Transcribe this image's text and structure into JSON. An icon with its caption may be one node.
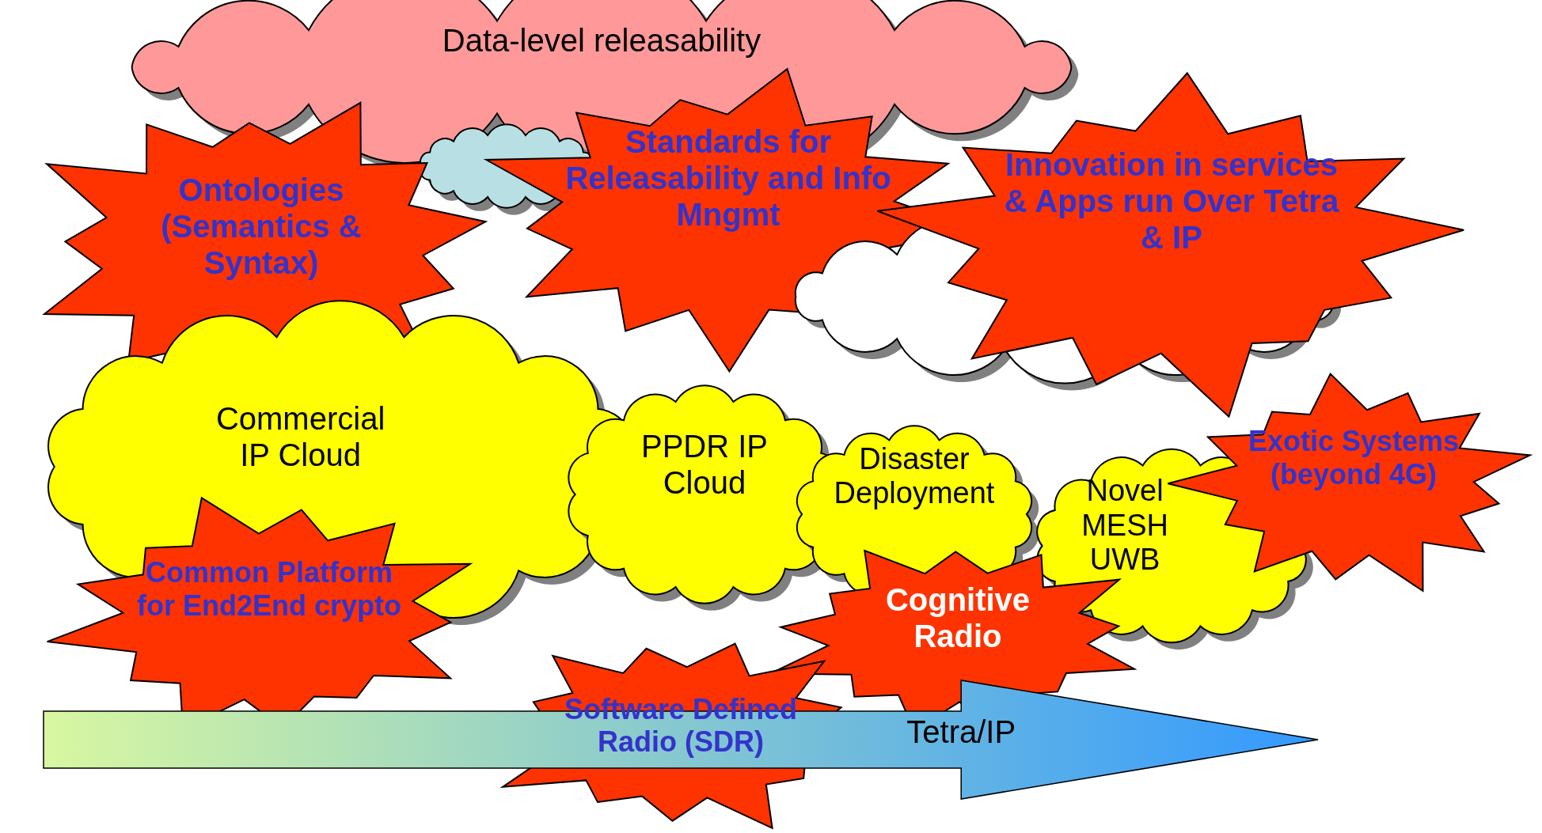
{
  "diagram": {
    "nodes": [
      {
        "text": [
          "Data-level releasability"
        ]
      },
      {
        "text": [],
        "shape": "cloud"
      },
      {
        "text": [
          "Ontologies (Semantics & Syntax)"
        ]
      },
      {
        "text": [
          "Standards for Releasability and Info Mngmt"
        ]
      },
      {
        "text": [],
        "shape": "cloud"
      },
      {
        "text": [
          "Innovation in services & Apps run Over Tetra & IP"
        ]
      },
      {
        "text": [
          "Commercial IP Cloud"
        ]
      },
      {
        "text": [
          "PPDR IP Cloud"
        ]
      },
      {
        "text": [
          "Disaster Deployment"
        ]
      },
      {
        "text": [
          "Novel MESH UWB"
        ]
      },
      {
        "text": [
          "Exotic Systems (beyond 4G)"
        ]
      },
      {
        "text": [
          "Common Platform for End2End crypto"
        ]
      },
      {
        "text": [
          "Cognitive Radio"
        ]
      },
      {
        "text": [
          "Software Defined Radio (SDR)"
        ]
      },
      {
        "text": [
          "Tetra/IP"
        ]
      }
    ]
  }
}
